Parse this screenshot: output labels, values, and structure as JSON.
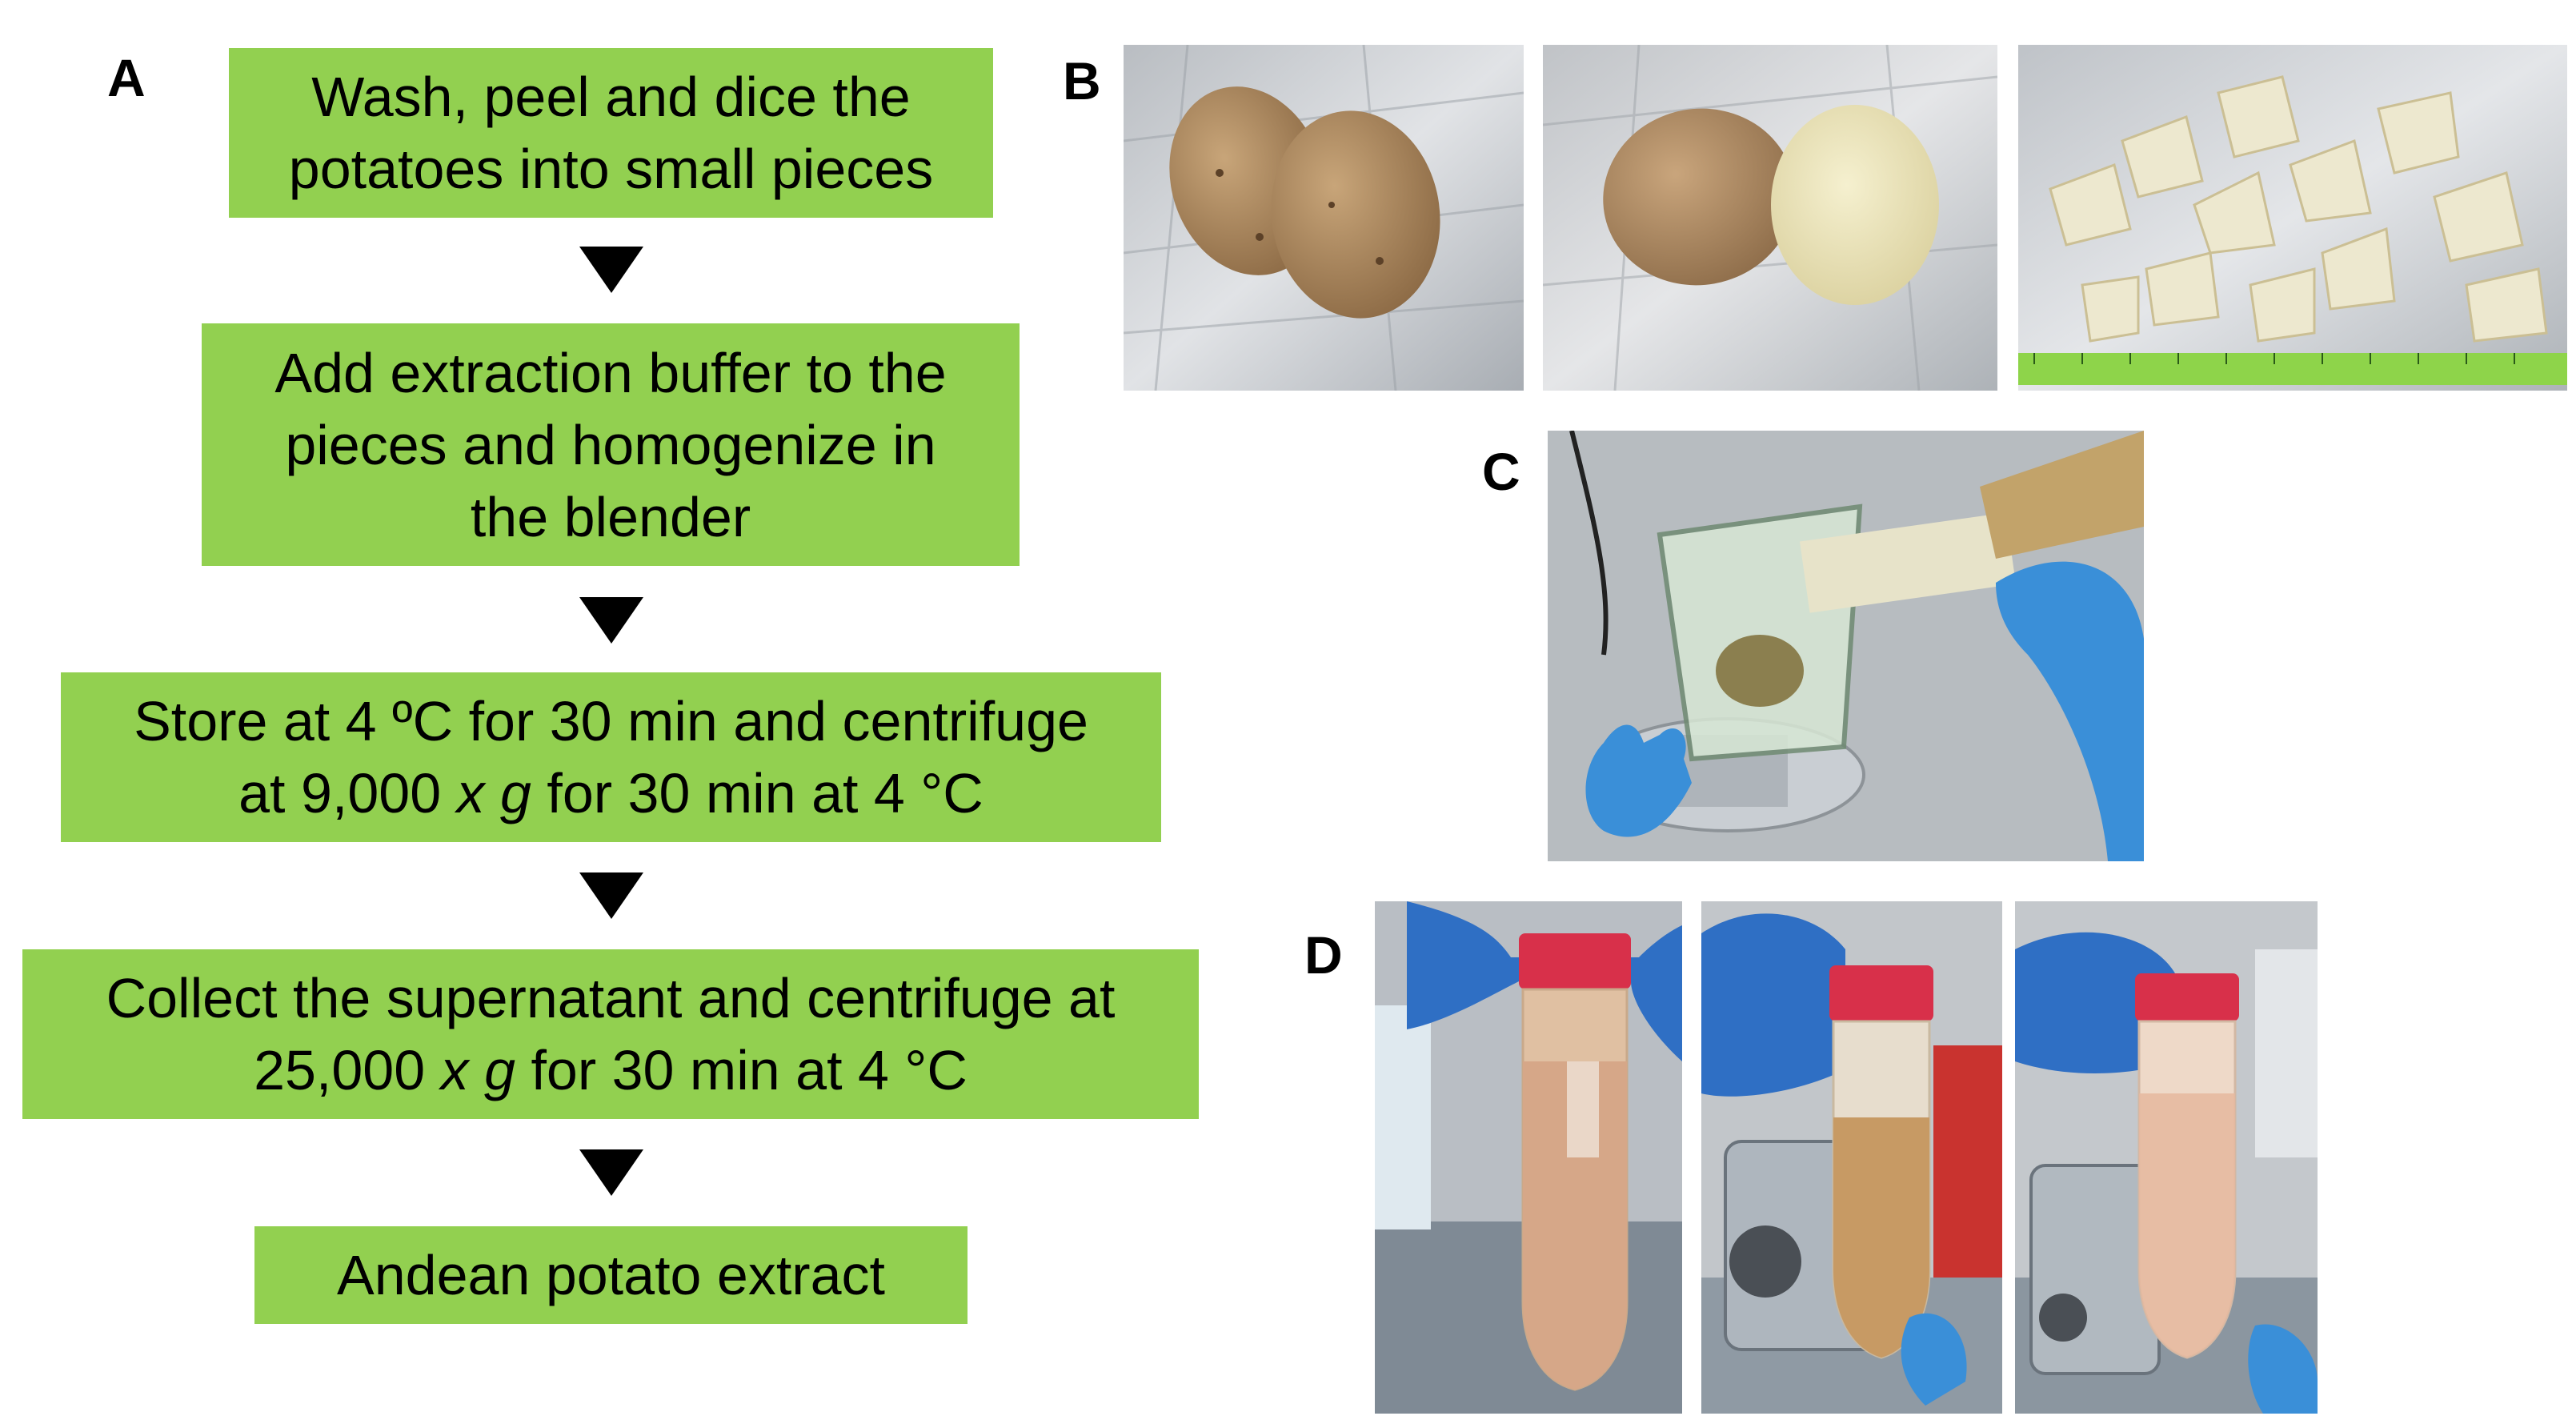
{
  "panels": {
    "a": "A",
    "b": "B",
    "c": "C",
    "d": "D"
  },
  "flow": {
    "step1": [
      "Wash, peel and dice the",
      "potatoes into small pieces"
    ],
    "step2": [
      "Add extraction buffer to the",
      "pieces and homogenize in",
      "the blender"
    ],
    "step3": {
      "line1": "Store at 4 ºC for 30 min and centrifuge",
      "line2_pre": "at 9,000 ",
      "line2_x": "x",
      "line2_g": "g",
      "line2_post": " for 30 min at 4 °C"
    },
    "step4": {
      "line1": "Collect the supernatant and centrifuge at",
      "line2_pre": "25,000 ",
      "line2_x": "x",
      "line2_g": "g",
      "line2_post": " for 30 min at 4 °C"
    },
    "step5": "Andean potato extract"
  },
  "colors": {
    "box_fill": "#92d050",
    "arrow": "#000000",
    "foil": "#c9ccd0",
    "potato_skin": "#a9825a",
    "potato_flesh": "#ece6c4",
    "glove": "#3a8fd8",
    "cap": "#d8304a",
    "extract": "#d8b08a"
  }
}
